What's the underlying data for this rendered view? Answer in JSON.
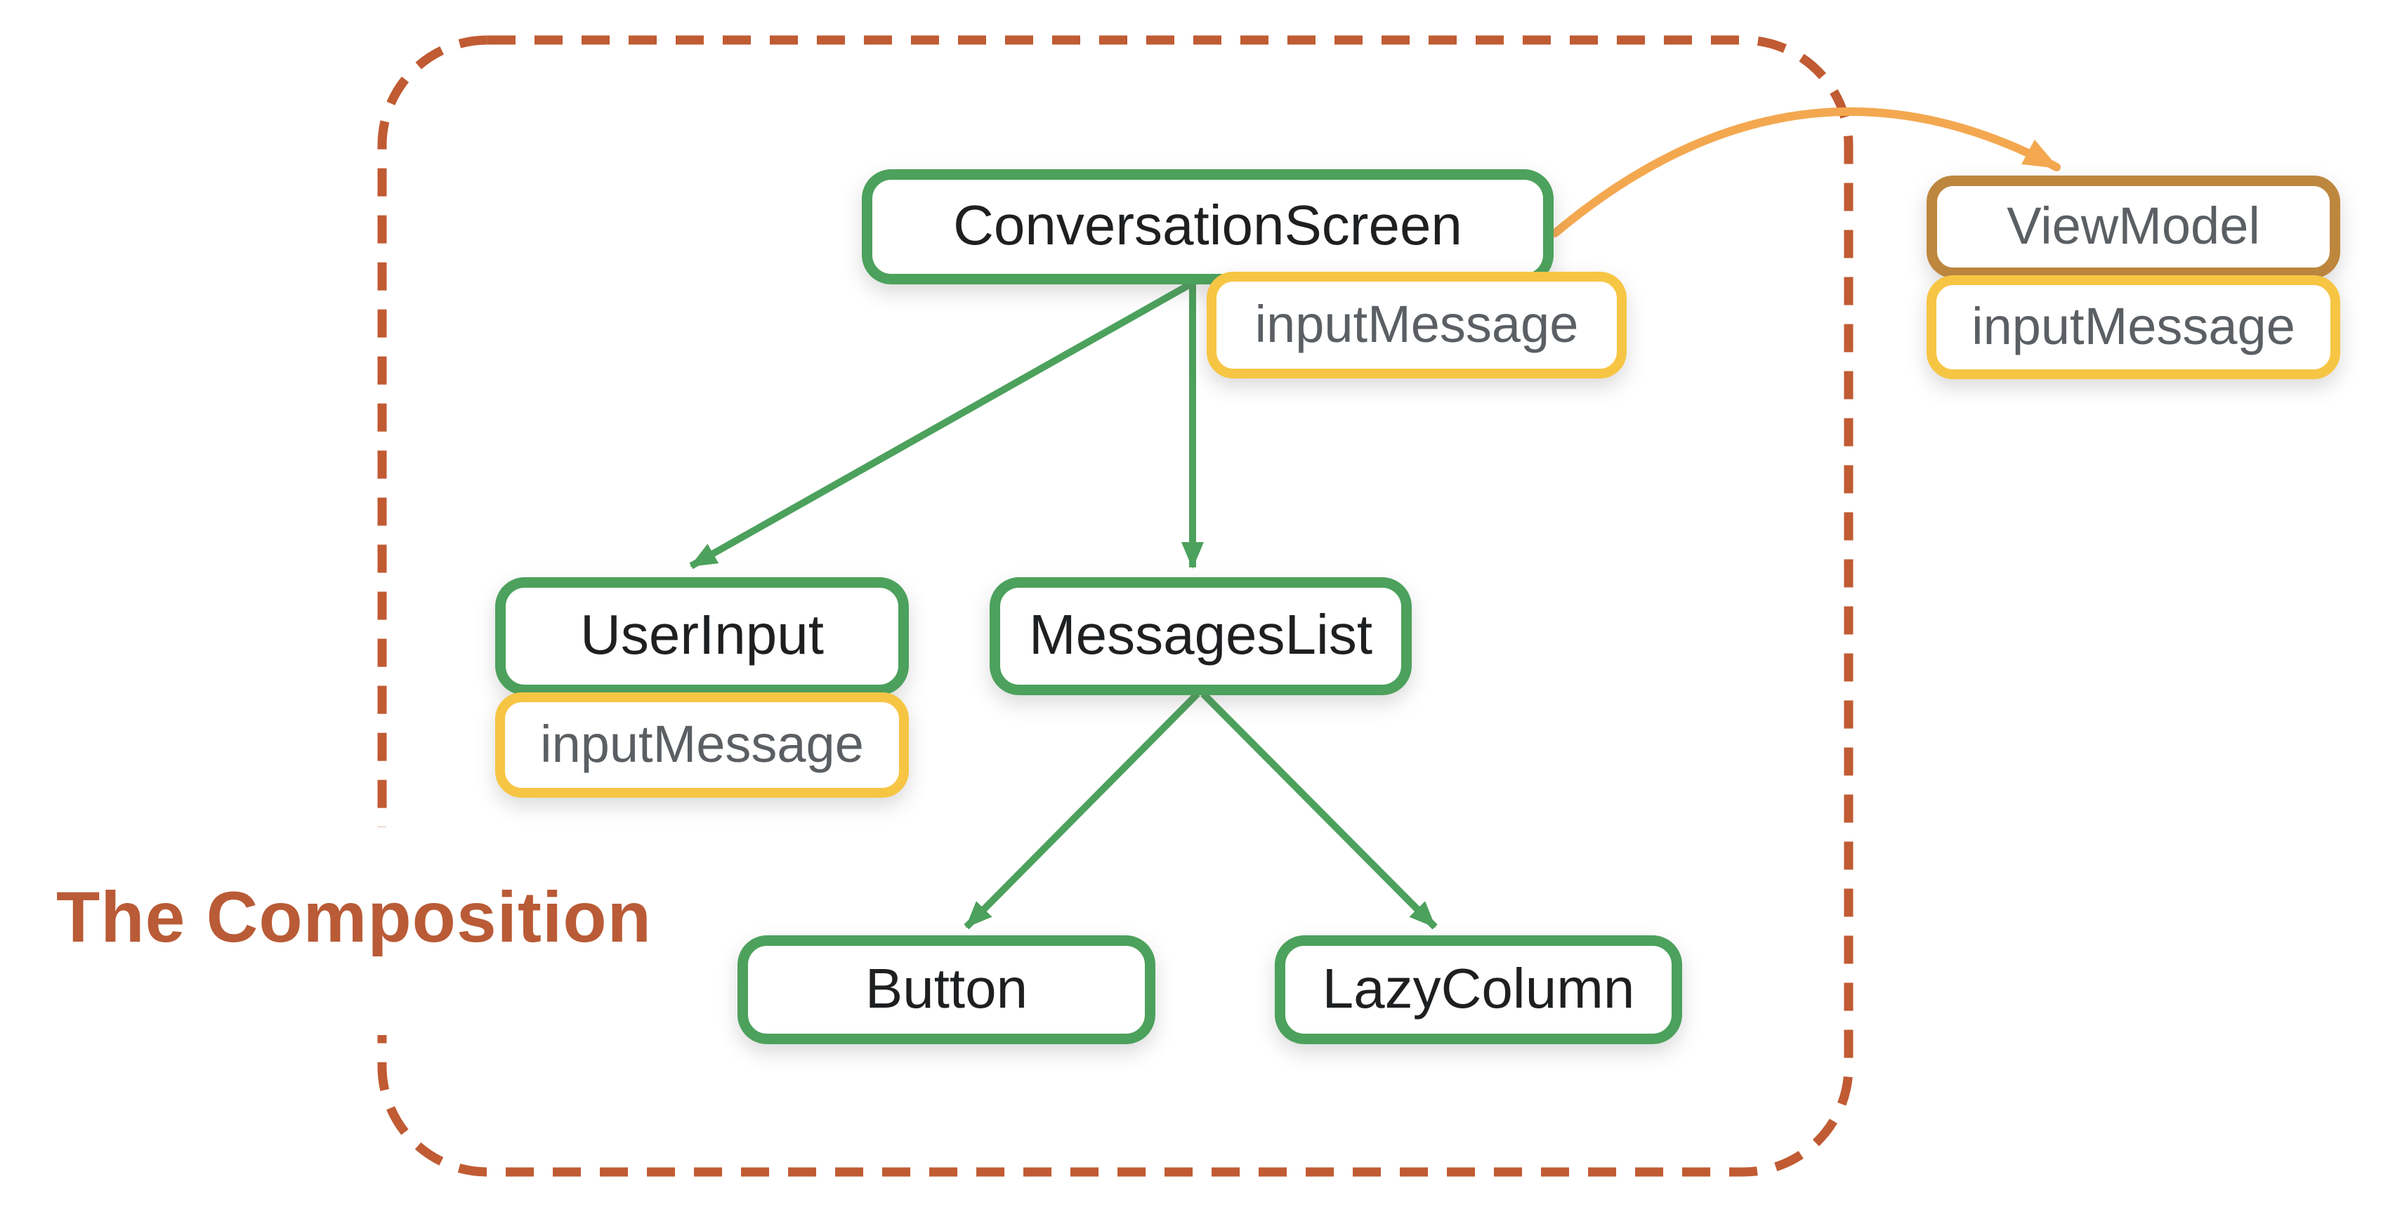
{
  "diagram": {
    "caption": "The Composition",
    "boundary": {
      "name": "composition-boundary",
      "style": "dashed-rounded-rectangle",
      "color": "#C05B33"
    },
    "nodes": {
      "conversation_screen": {
        "label": "ConversationScreen",
        "kind": "composable"
      },
      "user_input": {
        "label": "UserInput",
        "kind": "composable"
      },
      "messages_list": {
        "label": "MessagesList",
        "kind": "composable"
      },
      "button": {
        "label": "Button",
        "kind": "composable"
      },
      "lazy_column": {
        "label": "LazyColumn",
        "kind": "composable"
      },
      "view_model": {
        "label": "ViewModel",
        "kind": "external"
      },
      "input_message_conversation": {
        "label": "inputMessage",
        "kind": "state"
      },
      "input_message_user_input": {
        "label": "inputMessage",
        "kind": "state"
      },
      "input_message_view_model": {
        "label": "inputMessage",
        "kind": "state"
      }
    },
    "edges": [
      {
        "from": "conversation_screen",
        "to": "user_input",
        "style": "green-arrow"
      },
      {
        "from": "conversation_screen",
        "to": "messages_list",
        "style": "green-arrow"
      },
      {
        "from": "messages_list",
        "to": "button",
        "style": "green-arrow"
      },
      {
        "from": "messages_list",
        "to": "lazy_column",
        "style": "green-arrow"
      },
      {
        "from": "conversation_screen",
        "to": "view_model",
        "style": "orange-curved-arrow"
      }
    ]
  },
  "colors": {
    "green": "#4CA15C",
    "yellow": "#F7C544",
    "brown": "#BE873E",
    "orange": "#F3A850",
    "terracotta": "#C05B33",
    "terracotta_text": "#B95B36",
    "text_dark": "#1D1F21",
    "text_gray": "#5B5F63"
  }
}
